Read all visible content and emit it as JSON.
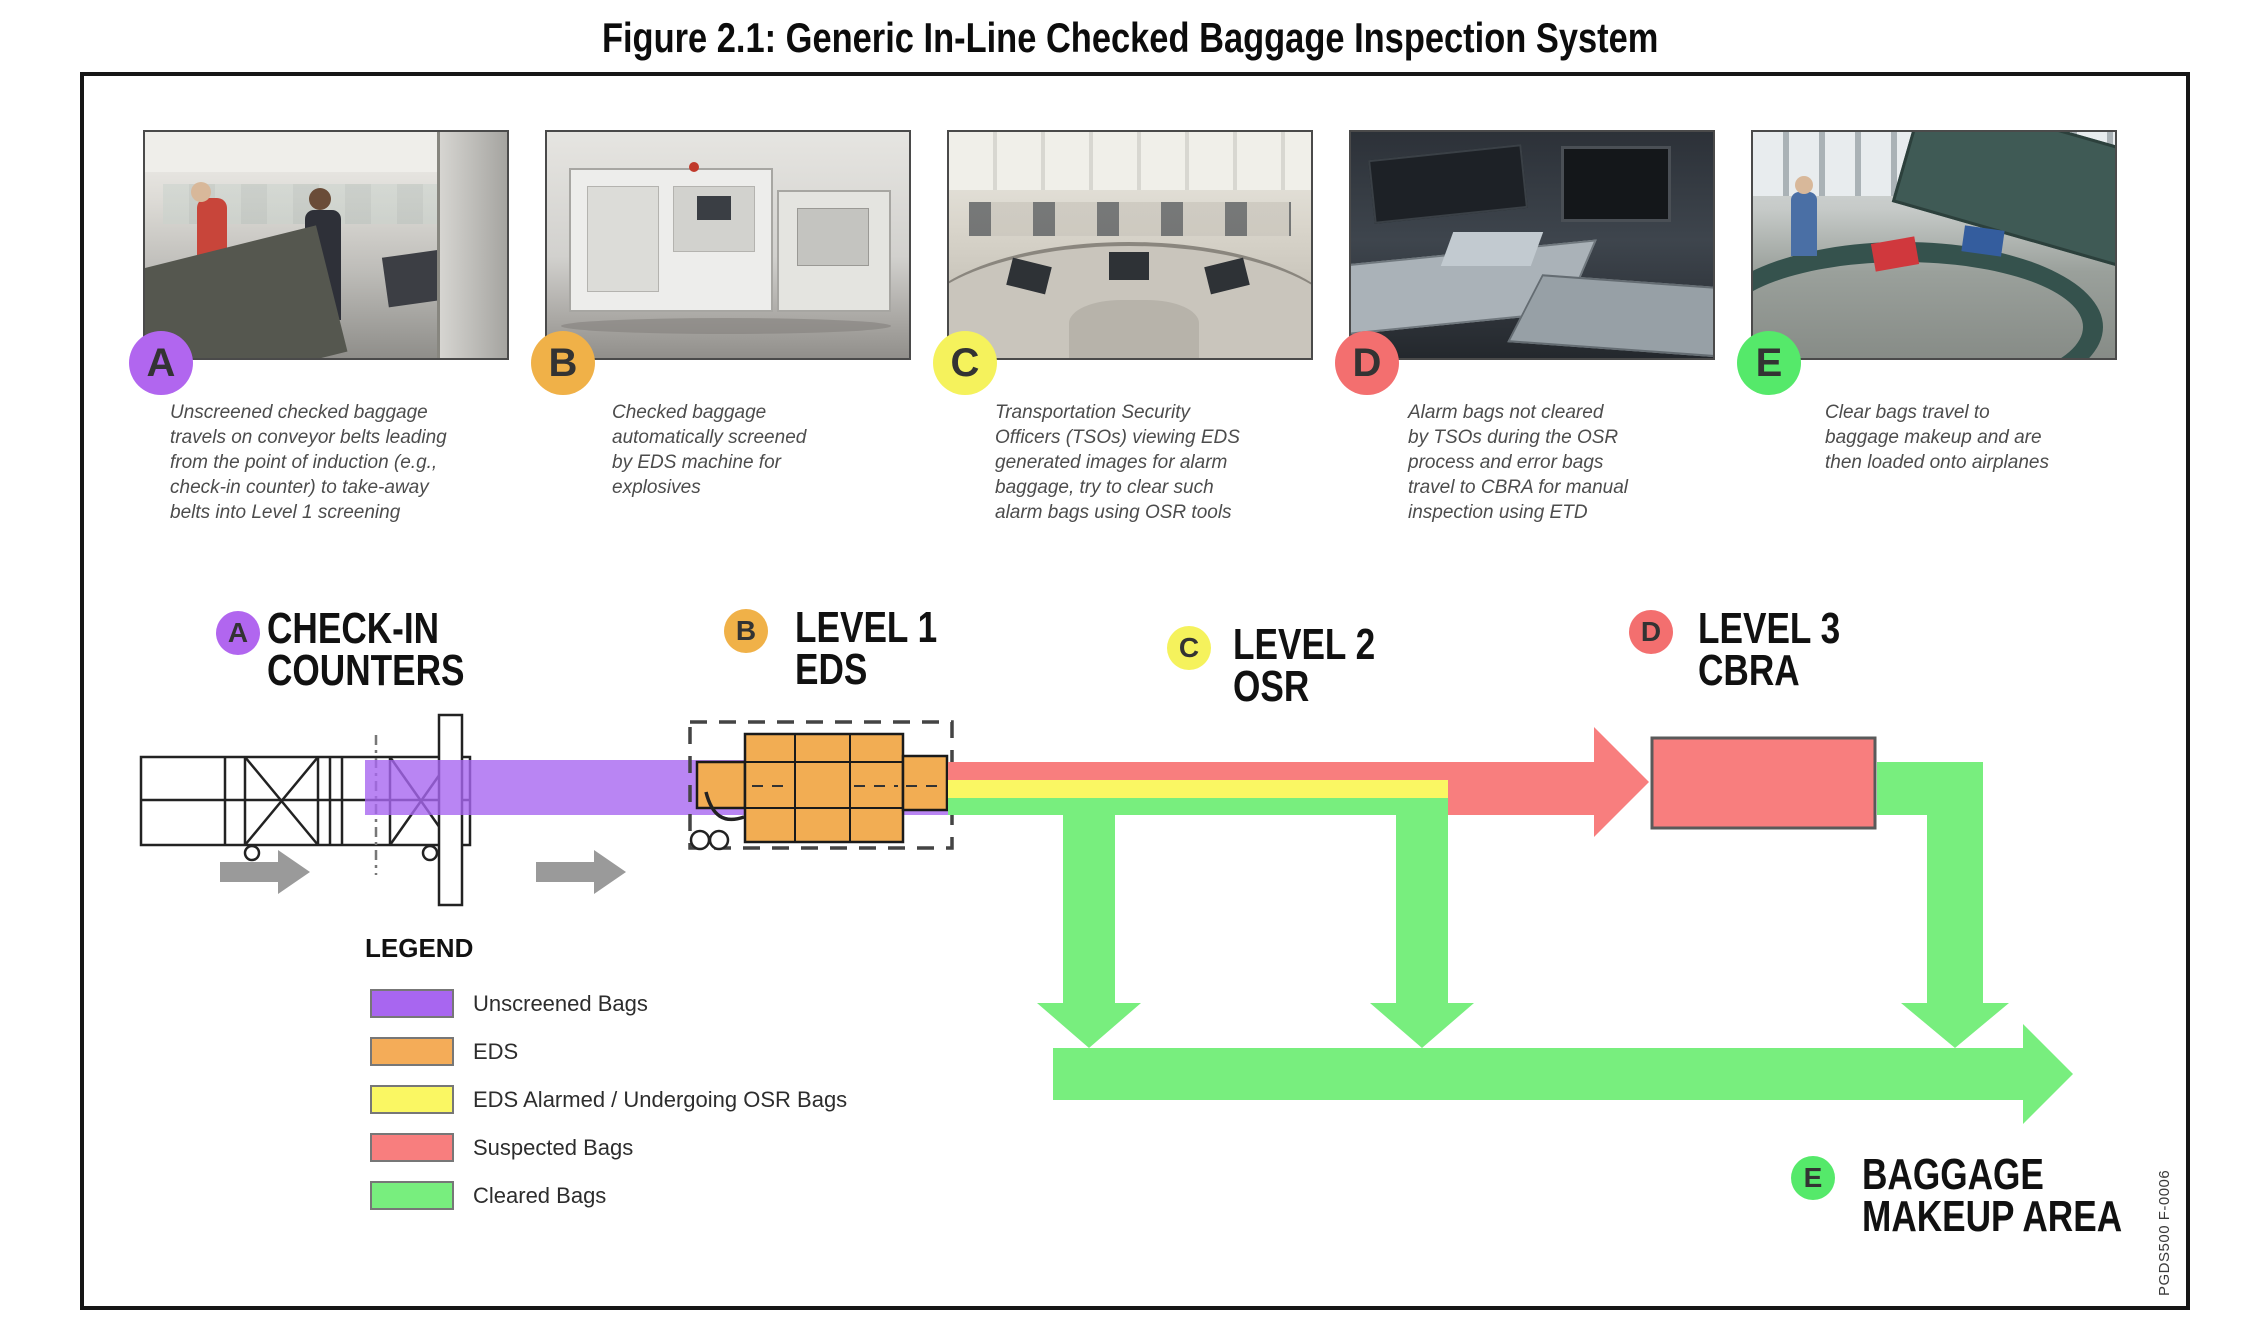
{
  "title": "Figure 2.1: Generic In-Line Checked Baggage Inspection System",
  "colors": {
    "unscreened_purple": "#a866f0",
    "eds_orange": "#f2ad53",
    "alarm_yellow": "#faf763",
    "suspected_red": "#f87e7e",
    "cleared_green": "#78ee7e",
    "gray_arrow": "#9a9a9a",
    "badge_letter": "#333333"
  },
  "photos": [
    {
      "letter": "A",
      "badge_color": "#b166ef",
      "scene": "airport-check-in-counter",
      "caption": "Unscreened checked baggage\ntravels on conveyor belts leading\nfrom the point of induction (e.g.,\ncheck-in counter) to take-away\nbelts into Level 1 screening"
    },
    {
      "letter": "B",
      "badge_color": "#f0b148",
      "scene": "eds-screening-machine",
      "caption": "Checked baggage\nautomatically screened\nby EDS machine for\nexplosives"
    },
    {
      "letter": "C",
      "badge_color": "#f5f25c",
      "scene": "tso-osr-control-room",
      "caption": "Transportation Security\nOfficers (TSOs) viewing EDS\ngenerated images for alarm\nbaggage, try to clear such\nalarm bags using OSR tools"
    },
    {
      "letter": "D",
      "badge_color": "#f36f6f",
      "scene": "cbra-inspection-room",
      "caption": "Alarm bags not cleared\nby TSOs during the OSR\nprocess and error bags\ntravel to CBRA for manual\ninspection using ETD"
    },
    {
      "letter": "E",
      "badge_color": "#55e96a",
      "scene": "baggage-makeup-carousel",
      "caption": "Clear bags travel to\nbaggage makeup and are\nthen loaded onto airplanes"
    }
  ],
  "flow_labels": [
    {
      "letter": "A",
      "badge_color": "#b166ef",
      "title": "CHECK-IN\nCOUNTERS"
    },
    {
      "letter": "B",
      "badge_color": "#f0b148",
      "title": "LEVEL 1\nEDS"
    },
    {
      "letter": "C",
      "badge_color": "#f5f25c",
      "title": "LEVEL 2\nOSR"
    },
    {
      "letter": "D",
      "badge_color": "#f36f6f",
      "title": "LEVEL 3\nCBRA"
    },
    {
      "letter": "E",
      "badge_color": "#55e96a",
      "title": "BAGGAGE\nMAKEUP AREA"
    }
  ],
  "legend": {
    "title": "LEGEND",
    "items": [
      {
        "label": "Unscreened Bags",
        "color": "#a866f0"
      },
      {
        "label": "EDS",
        "color": "#f4ac58"
      },
      {
        "label": "EDS Alarmed / Undergoing OSR Bags",
        "color": "#faf763"
      },
      {
        "label": "Suspected Bags",
        "color": "#f87e7e"
      },
      {
        "label": "Cleared Bags",
        "color": "#78ee7e"
      }
    ]
  },
  "footer_code": "PGDS500 F-0006"
}
